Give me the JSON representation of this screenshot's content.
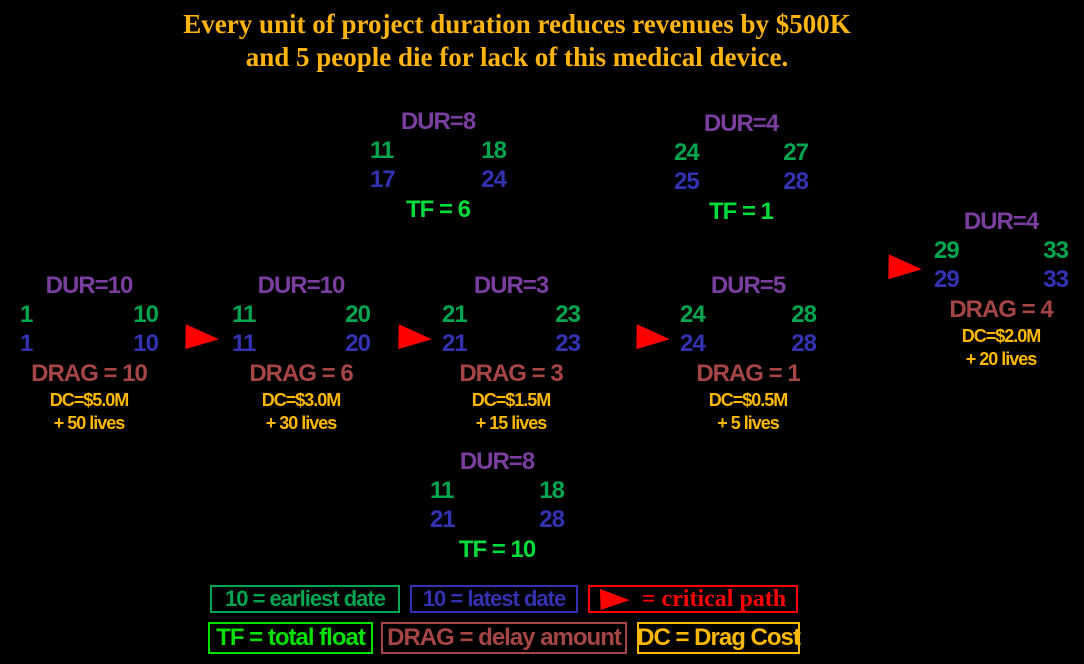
{
  "title": {
    "line1": "Every unit of project duration reduces revenues by $500K",
    "line2": "and 5 people die for lack of this medical device."
  },
  "colors": {
    "background": "#000000",
    "title_gold": "#FFB412",
    "duration_purple": "#7A3E9E",
    "earliest_green": "#00A550",
    "latest_blue": "#3333B2",
    "total_float_green": "#00DC3C",
    "drag_red": "#A54545",
    "drag_cost_gold": "#FFB800",
    "critical_path_red": "#FF0000"
  },
  "nodes": [
    {
      "dur": "DUR=8",
      "es": "11",
      "ef": "18",
      "ls": "17",
      "lf": "24",
      "tf": "TF = 6"
    },
    {
      "dur": "DUR=4",
      "es": "24",
      "ef": "27",
      "ls": "25",
      "lf": "28",
      "tf": "TF = 1"
    },
    {
      "dur": "DUR=10",
      "es": "1",
      "ef": "10",
      "ls": "1",
      "lf": "10",
      "drag": "DRAG = 10",
      "dc": "DC=$5.0M",
      "lives": "+ 50 lives"
    },
    {
      "dur": "DUR=10",
      "es": "11",
      "ef": "20",
      "ls": "11",
      "lf": "20",
      "drag": "DRAG = 6",
      "dc": "DC=$3.0M",
      "lives": "+ 30 lives"
    },
    {
      "dur": "DUR=3",
      "es": "21",
      "ef": "23",
      "ls": "21",
      "lf": "23",
      "drag": "DRAG = 3",
      "dc": "DC=$1.5M",
      "lives": "+ 15 lives"
    },
    {
      "dur": "DUR=5",
      "es": "24",
      "ef": "28",
      "ls": "24",
      "lf": "28",
      "drag": "DRAG = 1",
      "dc": "DC=$0.5M",
      "lives": "+ 5 lives"
    },
    {
      "dur": "DUR=4",
      "es": "29",
      "ef": "33",
      "ls": "29",
      "lf": "33",
      "drag": "DRAG = 4",
      "dc": "DC=$2.0M",
      "lives": "+ 20 lives"
    },
    {
      "dur": "DUR=8",
      "es": "11",
      "ef": "18",
      "ls": "21",
      "lf": "28",
      "tf": "TF = 10"
    }
  ],
  "legend": {
    "earliest": "10 = earliest date",
    "latest": "10 = latest date",
    "critical": "= critical path",
    "tf": "TF = total float",
    "drag": "DRAG = delay amount",
    "dc": "DC = Drag Cost"
  }
}
